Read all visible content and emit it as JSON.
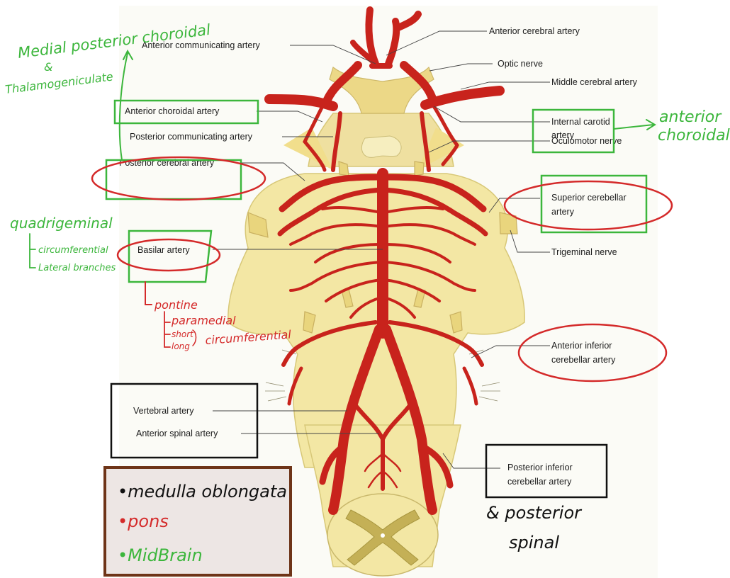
{
  "colors": {
    "background_page": "#ffffff",
    "panel": "#fbfbf6",
    "brainstem": "#f3e7a4",
    "brainstem_outline": "#d8c878",
    "artery": "#c8231c",
    "nerve": "#e9d57d",
    "annotation_green": "#3cb63c",
    "annotation_red": "#d42a2a",
    "annotation_black": "#111111",
    "legend_border": "#6e3418",
    "legend_fill": "#ede6e4"
  },
  "labels": {
    "anterior_cerebral": "Anterior cerebral artery",
    "anterior_communicating": "Anterior communicating artery",
    "optic_nerve": "Optic nerve",
    "middle_cerebral": "Middle cerebral artery",
    "anterior_choroidal": "Anterior choroidal artery",
    "internal_carotid_1": "Internal carotid",
    "internal_carotid_2": "artery",
    "posterior_communicating": "Posterior communicating artery",
    "oculomotor": "Oculomotor nerve",
    "posterior_cerebral": "Posterior cerebral artery",
    "superior_cerebellar_1": "Superior cerebellar",
    "superior_cerebellar_2": "artery",
    "trigeminal": "Trigeminal nerve",
    "basilar": "Basilar artery",
    "aica_1": "Anterior inferior",
    "aica_2": "cerebellar artery",
    "vertebral": "Vertebral artery",
    "anterior_spinal": "Anterior spinal artery",
    "pica_1": "Posterior inferior",
    "pica_2": "cerebellar artery"
  },
  "handwritten": {
    "pca_branches_1": "Medial posterior choroidal",
    "pca_branches_2": "&",
    "pca_branches_3": "Thalamogeniculate",
    "ica_branch_1": "anterior",
    "ica_branch_2": "choroidal",
    "quadrigeminal": "quadrigeminal",
    "circumferential": "circumferential",
    "lateral_branches": "Lateral branches",
    "pontine": "pontine",
    "paramedial": "paramedial",
    "short": "short",
    "long": "long",
    "circumferential_red": "circumferential",
    "posterior_spinal_1": "& posterior",
    "posterior_spinal_2": "spinal"
  },
  "legend": {
    "medulla": "•medulla oblongata",
    "pons": "•pons",
    "midbrain": "•MidBrain"
  }
}
